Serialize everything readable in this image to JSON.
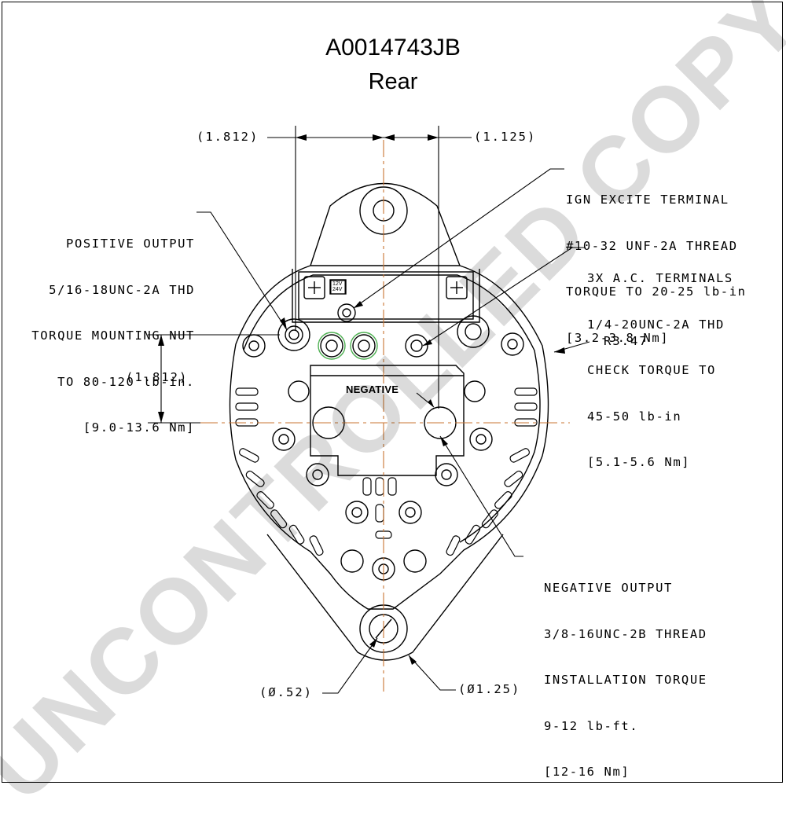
{
  "title": {
    "part_number": "A0014743JB",
    "view": "Rear"
  },
  "dimensions": {
    "top_left": "(1.812)",
    "top_right": "(1.125)",
    "left_vertical": "(1.812)",
    "radius": "R3.47",
    "mount_hole": "(Ø.52)",
    "mount_boss": "(Ø1.25)"
  },
  "callouts": {
    "positive_output": [
      "POSITIVE OUTPUT",
      "5/16-18UNC-2A THD",
      "TORQUE MOUNTING NUT",
      "TO 80-120 lb-in.",
      "[9.0-13.6 Nm]"
    ],
    "ign_excite": [
      "IGN EXCITE TERMINAL",
      "#10-32 UNF-2A THREAD",
      "TORQUE TO 20-25 lb-in",
      "[3.2-3.8 Nm]"
    ],
    "ac_terminals": [
      "3X A.C. TERMINALS",
      "1/4-20UNC-2A THD",
      "CHECK TORQUE TO",
      "45-50 lb-in",
      "[5.1-5.6 Nm]"
    ],
    "negative_output": [
      "NEGATIVE OUTPUT",
      "3/8-16UNC-2B THREAD",
      "INSTALLATION TORQUE",
      "9-12 lb-ft.",
      "[12-16 Nm]"
    ]
  },
  "part_labels": {
    "negative": "NEGATIVE",
    "voltage_top": "12V",
    "voltage_bottom": "24V"
  },
  "watermark": "UNCONTROLLED COPY",
  "colors": {
    "line": "#000000",
    "center_line": "#c87533",
    "highlight": "#4caf50"
  }
}
